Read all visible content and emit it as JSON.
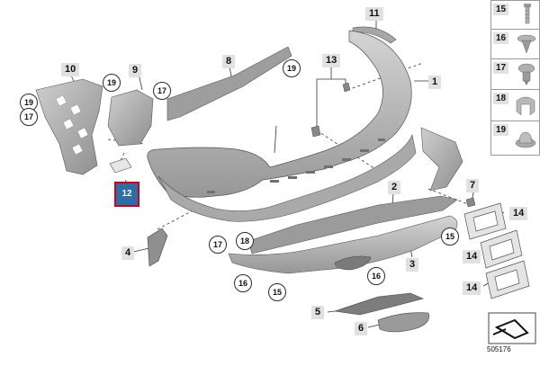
{
  "callouts": {
    "p1": "1",
    "p2": "2",
    "p3": "3",
    "p4": "4",
    "p5": "5",
    "p6": "6",
    "p7": "7",
    "p8": "8",
    "p9": "9",
    "p10": "10",
    "p11": "11",
    "p12": "12",
    "p13": "13",
    "p14": "14",
    "p15": "15",
    "p16": "16",
    "p17": "17",
    "p18": "18",
    "p19": "19"
  },
  "side_panel": {
    "items": [
      {
        "label": "15",
        "icon": "screw-icon"
      },
      {
        "label": "16",
        "icon": "push-clip-icon"
      },
      {
        "label": "17",
        "icon": "rivet-icon"
      },
      {
        "label": "18",
        "icon": "spring-clip-icon"
      },
      {
        "label": "19",
        "icon": "cap-nut-icon"
      }
    ]
  },
  "reference": "505176",
  "colors": {
    "highlight_border": "#d0021b",
    "highlight_fill": "#2e6ea6",
    "part_fill": "#b3b3b3"
  }
}
